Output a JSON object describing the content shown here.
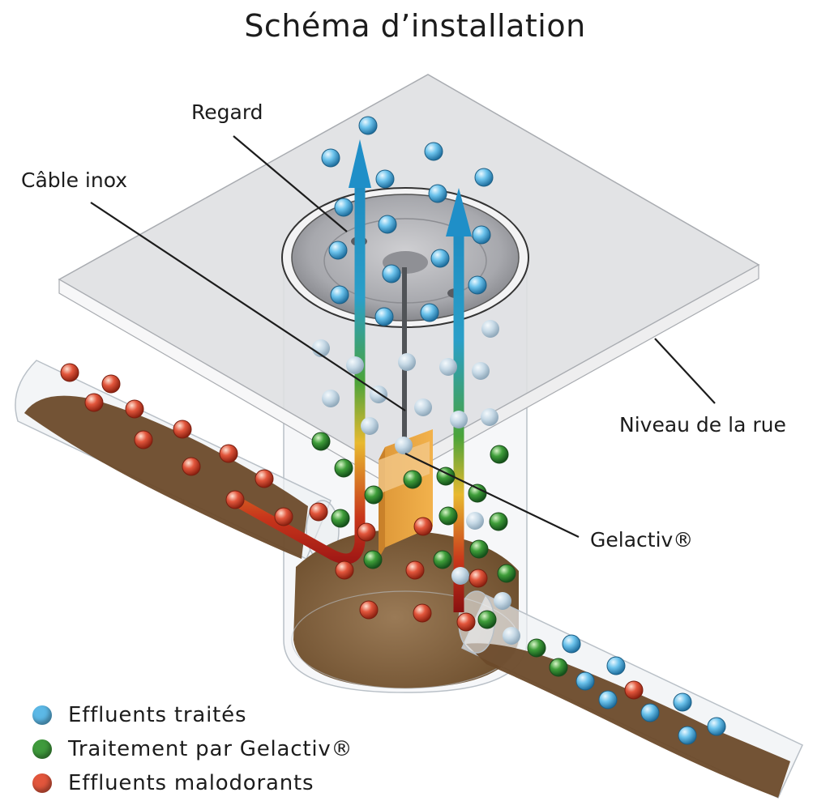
{
  "diagram": {
    "title": "Schéma d’installation",
    "labels": {
      "regard": "Regard",
      "cable": "Câble inox",
      "street": "Niveau de la rue",
      "gelactiv": "Gelactiv®"
    },
    "legend": [
      {
        "label": "Effluents traités",
        "color": "#5cb8e6"
      },
      {
        "label": "Traitement par Gelactiv®",
        "color": "#3f9a3c"
      },
      {
        "label": "Effluents malodorants",
        "color": "#e2563c"
      }
    ]
  }
}
